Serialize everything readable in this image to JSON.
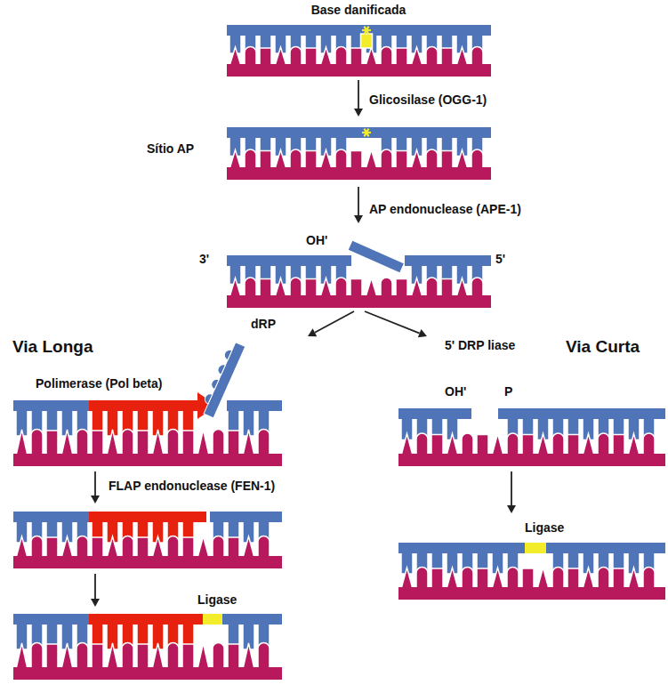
{
  "diagram": {
    "labels": [
      "Base danificada",
      "Glicosilase (OGG-1)",
      "Sítio AP",
      "AP endonuclease (APE-1)",
      "OH'",
      "3'",
      "5'",
      "Via Longa",
      "dRP",
      "5' DRP liase",
      "Via Curta",
      "Polimerase (Pol beta)",
      "OH'",
      "P",
      "FLAP endonuclease (FEN-1)",
      "Ligase",
      "Ligase"
    ]
  }
}
